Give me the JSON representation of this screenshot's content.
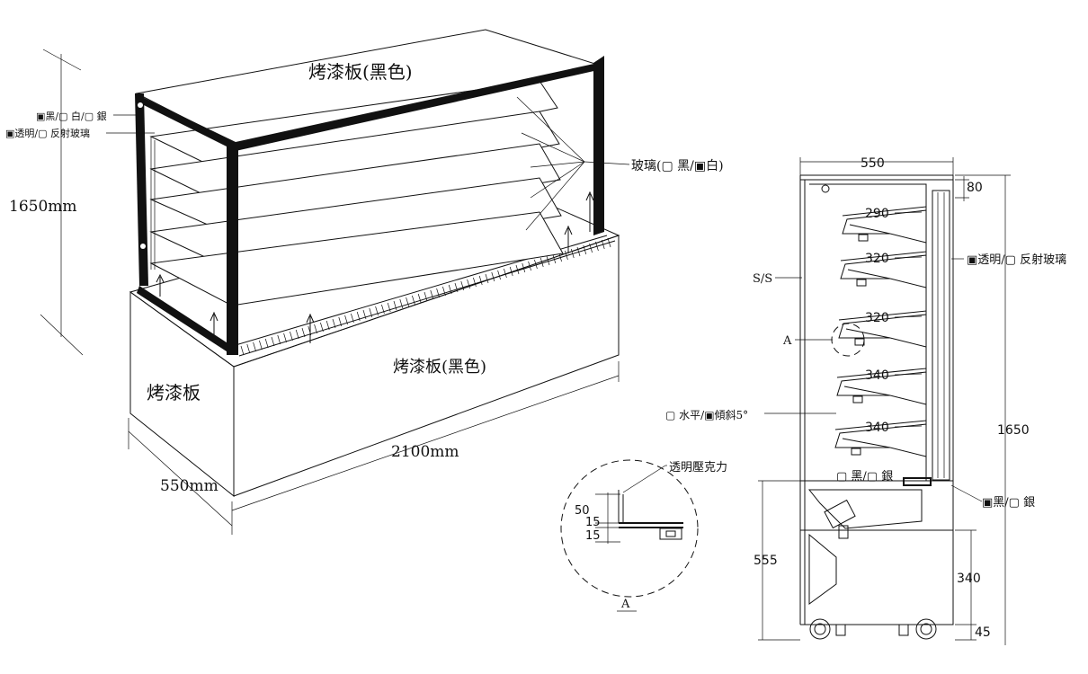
{
  "iso": {
    "top_panel": "烤漆板(黑色)",
    "base_top_panel": "烤漆板(黑色)",
    "side_panel": "烤漆板",
    "frame_color": "▣黑/▢ 白/▢ 銀",
    "side_glass": "▣透明/▢ 反射玻璃",
    "shelf_glass": "玻璃(▢ 黑/▣白)",
    "height": "1650mm",
    "width": "2100mm",
    "depth": "550mm"
  },
  "side": {
    "depth": "550",
    "top_gap": "80",
    "shelves": [
      "290",
      "320",
      "320",
      "340",
      "340"
    ],
    "front_material": "S/S",
    "detail_ref": "A",
    "shelf_angle": "▢ 水平/▣傾斜5°",
    "glass": "▣透明/▢ 反射玻璃",
    "lower_color": "▢ 黑/▢ 銀",
    "base_color": "▣黑/▢ 銀",
    "total_height": "1650",
    "base_height": "555",
    "lower_height": "340",
    "foot_height": "45"
  },
  "detail": {
    "acrylic": "透明壓克力",
    "dims": [
      "50",
      "15",
      "15"
    ],
    "label": "A"
  }
}
